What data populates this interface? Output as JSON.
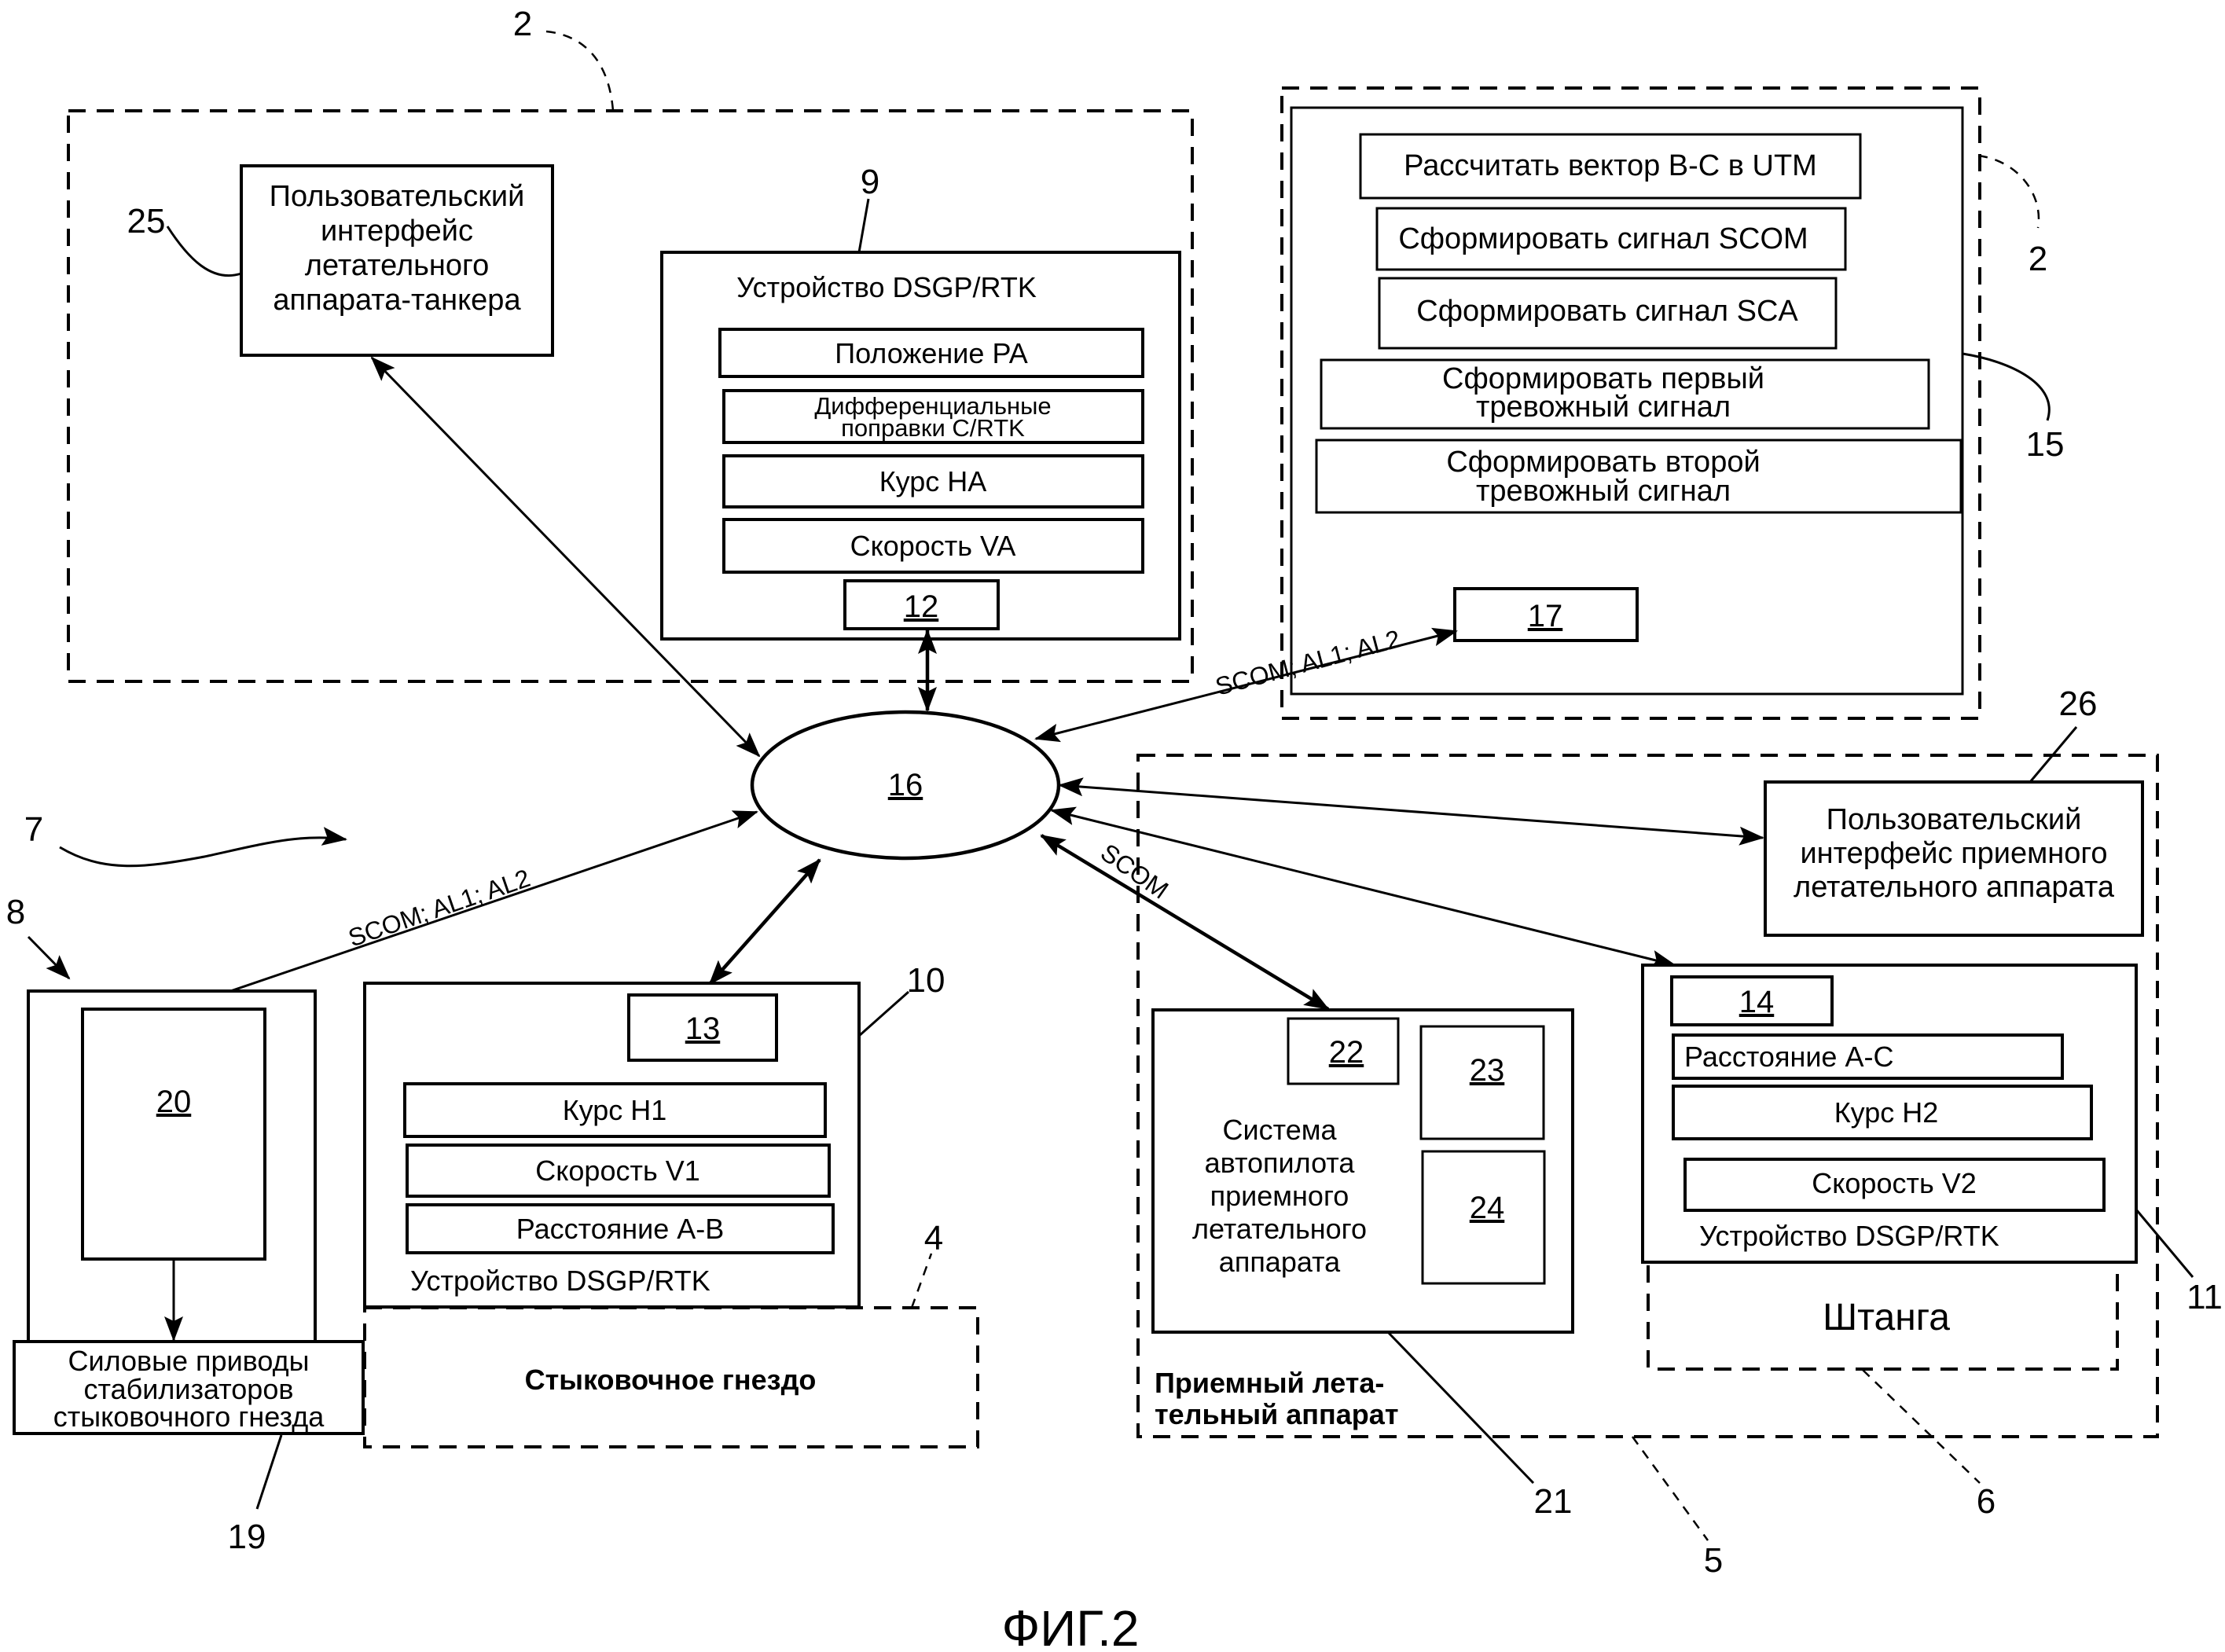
{
  "figure_label": "ФИГ.2",
  "refs": {
    "r2_top": "2",
    "r2_right": "2",
    "r4": "4",
    "r5": "5",
    "r6": "6",
    "r7": "7",
    "r8": "8",
    "r9": "9",
    "r10": "10",
    "r11": "11",
    "r15": "15",
    "r19": "19",
    "r21": "21",
    "r25": "25",
    "r26": "26"
  },
  "tanker_ui": {
    "lines": [
      "Пользовательский",
      "интерфейс",
      "летательного",
      "аппарата-танкера"
    ]
  },
  "device_9": {
    "title": "Устройство DSGP/RTK",
    "rows": [
      "Положение PA",
      [
        "Дифференциальные",
        "поправки C/RTK"
      ],
      "Курс HA",
      "Скорость VA"
    ],
    "module": "12"
  },
  "unit_15": {
    "rows": [
      [
        "Рассчитать вектор B-C в UTM"
      ],
      [
        "Сформировать сигнал SCOM"
      ],
      [
        "Сформировать сигнал SCA"
      ],
      [
        "Сформировать первый",
        "тревожный сигнал"
      ],
      [
        "Сформировать второй",
        "тревожный сигнал"
      ]
    ],
    "module": "17"
  },
  "network": {
    "label": "16"
  },
  "edges": {
    "to_17": "SCOM; AL1; AL2",
    "to_20": "SCOM; AL1; AL2",
    "to_21": "SCOM"
  },
  "actuator_block": {
    "module": "20",
    "actuators": [
      "Силовые приводы",
      "стабилизаторов",
      "стыковочного гнезда"
    ]
  },
  "device_10": {
    "module": "13",
    "rows": [
      "Курс H1",
      "Скорость V1",
      "Расстояние A-B"
    ],
    "title": "Устройство DSGP/RTK"
  },
  "drogue": {
    "label": "Стыковочное гнездо"
  },
  "receiver": {
    "label": [
      "Приемный лета-",
      "тельный аппарат"
    ],
    "ui": [
      "Пользовательский",
      "интерфейс приемного",
      "летательного аппарата"
    ],
    "autopilot": {
      "modules": [
        "22",
        "23",
        "24"
      ],
      "lines": [
        "Система",
        "автопилота",
        "приемного",
        "летательного",
        "аппарата"
      ]
    },
    "device_11": {
      "module": "14",
      "rows": [
        "Расстояние A-C",
        "Курс H2",
        "Скорость V2"
      ],
      "title": "Устройство DSGP/RTK"
    },
    "boom": {
      "label": "Штанга"
    }
  }
}
